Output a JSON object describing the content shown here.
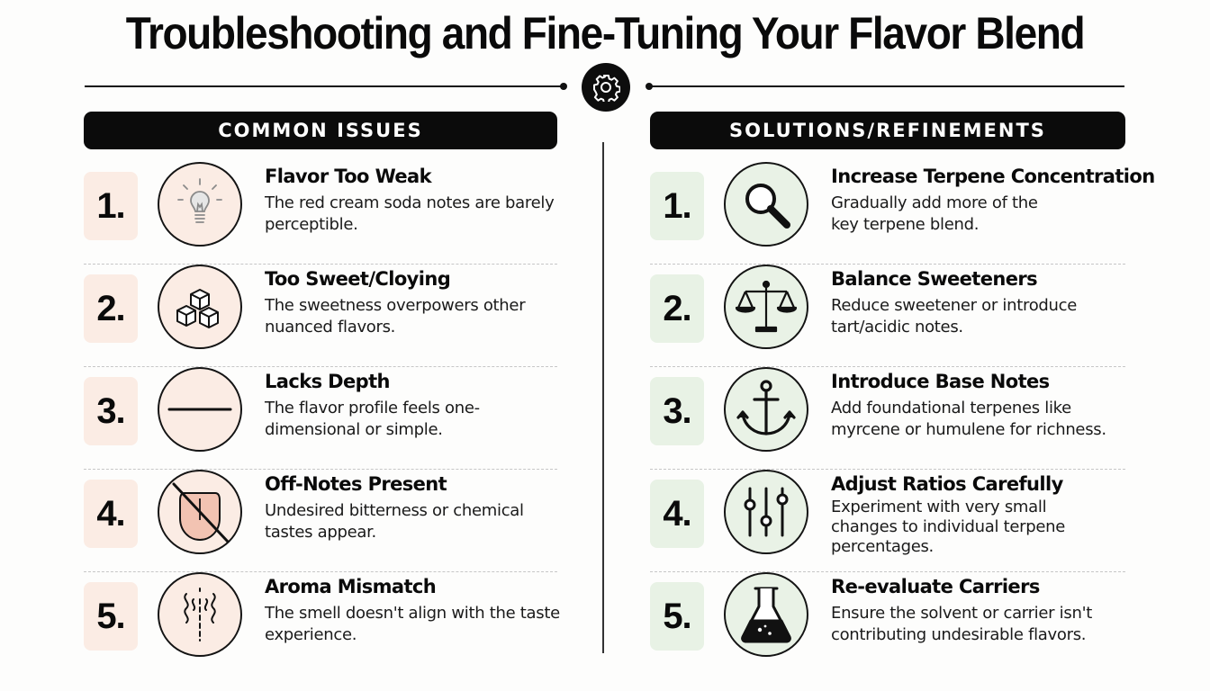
{
  "title": "Troubleshooting and Fine-Tuning Your Flavor Blend",
  "colors": {
    "issue_tint": "#fbece4",
    "solution_tint": "#e8f2e5",
    "ink": "#0b0b0b"
  },
  "issues": {
    "header": "COMMON ISSUES",
    "items": [
      {
        "number": "1.",
        "icon": "lightbulb-icon",
        "heading": "Flavor Too Weak",
        "description": "The red cream soda notes are barely perceptible."
      },
      {
        "number": "2.",
        "icon": "sugar-cubes-icon",
        "heading": "Too Sweet/Cloying",
        "description": "The sweetness overpowers other nuanced flavors."
      },
      {
        "number": "3.",
        "icon": "flat-line-icon",
        "heading": "Lacks Depth",
        "description": "The flavor profile feels one-dimensional or simple."
      },
      {
        "number": "4.",
        "icon": "no-taste-tongue-icon",
        "heading": "Off-Notes Present",
        "description": "Undesired bitterness or chemical tastes appear."
      },
      {
        "number": "5.",
        "icon": "aroma-wisps-icon",
        "heading": "Aroma Mismatch",
        "description": "The smell doesn't align with the taste experience."
      }
    ]
  },
  "solutions": {
    "header": "SOLUTIONS/REFINEMENTS",
    "items": [
      {
        "number": "1.",
        "icon": "magnifying-glass-icon",
        "heading": "Increase Terpene Concentration",
        "description": "Gradually add more of the key terpene blend."
      },
      {
        "number": "2.",
        "icon": "balance-scale-icon",
        "heading": "Balance Sweeteners",
        "description": "Reduce sweetener or introduce tart/acidic notes."
      },
      {
        "number": "3.",
        "icon": "anchor-icon",
        "heading": "Introduce Base Notes",
        "description": "Add foundational terpenes like myrcene or humulene for richness."
      },
      {
        "number": "4.",
        "icon": "sliders-icon",
        "heading": "Adjust Ratios Carefully",
        "description": "Experiment with very small changes to individual terpene percentages."
      },
      {
        "number": "5.",
        "icon": "flask-icon",
        "heading": "Re-evaluate Carriers",
        "description": "Ensure the solvent or carrier isn't contributing undesirable flavors."
      }
    ]
  }
}
